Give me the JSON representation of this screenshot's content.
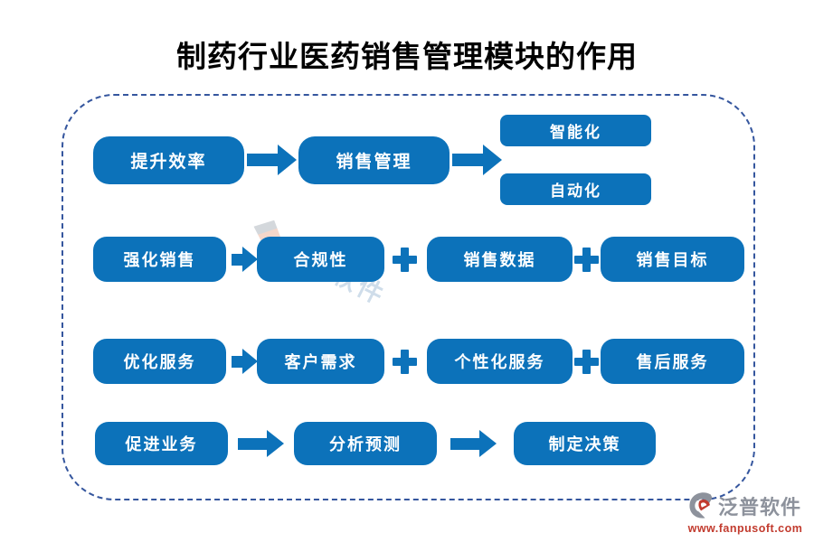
{
  "title": "制药行业医药销售管理模块的作用",
  "colors": {
    "node_blue": "#0C72BA",
    "frame_dash_blue": "#35569E",
    "title_color": "#000000",
    "logo_gray": "#8D929C",
    "logo_red": "#C23B2E"
  },
  "diagram": {
    "row1": {
      "source": "提升效率",
      "process": "销售管理",
      "outputs": [
        "智能化",
        "自动化"
      ]
    },
    "row2": {
      "source": "强化销售",
      "items": [
        "合规性",
        "销售数据",
        "销售目标"
      ]
    },
    "row3": {
      "source": "优化服务",
      "items": [
        "客户需求",
        "个性化服务",
        "售后服务"
      ]
    },
    "row4": {
      "source": "促进业务",
      "process": "分析预测",
      "result": "制定决策"
    }
  },
  "icons": {
    "connector_arrow": "arrow-right-icon",
    "connector_plus": "plus-icon",
    "watermark_logo": "diamond-logo-icon",
    "footer_logo": "fanpu-logo-icon"
  },
  "watermark": {
    "text": "泛普软件"
  },
  "footer": {
    "brand": "泛普软件",
    "url": "www.fanpusoft.com"
  }
}
